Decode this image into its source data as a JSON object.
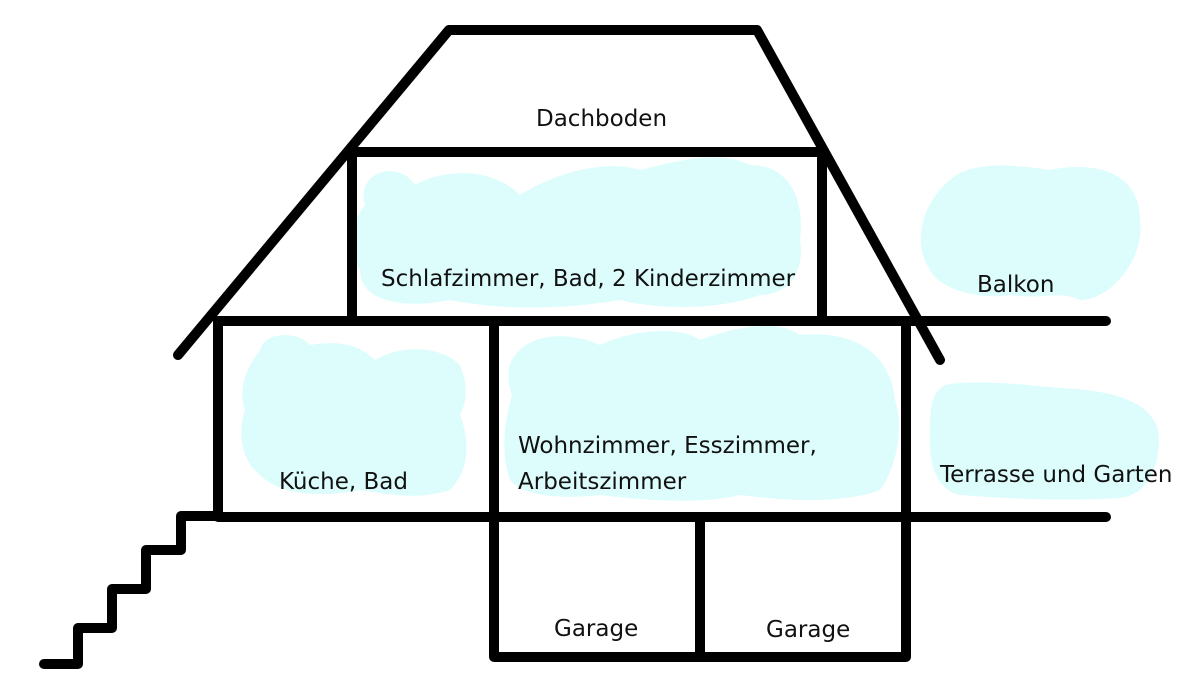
{
  "colors": {
    "line": "#000000",
    "fill": "#ddfdfd",
    "background": "#ffffff",
    "text": "#111111"
  },
  "labels": {
    "attic": "Dachboden",
    "upper_floor": "Schlafzimmer, Bad, 2 Kinderzimmer",
    "balcony": "Balkon",
    "ground_left": "Küche, Bad",
    "ground_main_line1": "Wohnzimmer, Esszimmer,",
    "ground_main_line2": "Arbeitszimmer",
    "terrace": "Terrasse und Garten",
    "garage_left": "Garage",
    "garage_right": "Garage"
  }
}
